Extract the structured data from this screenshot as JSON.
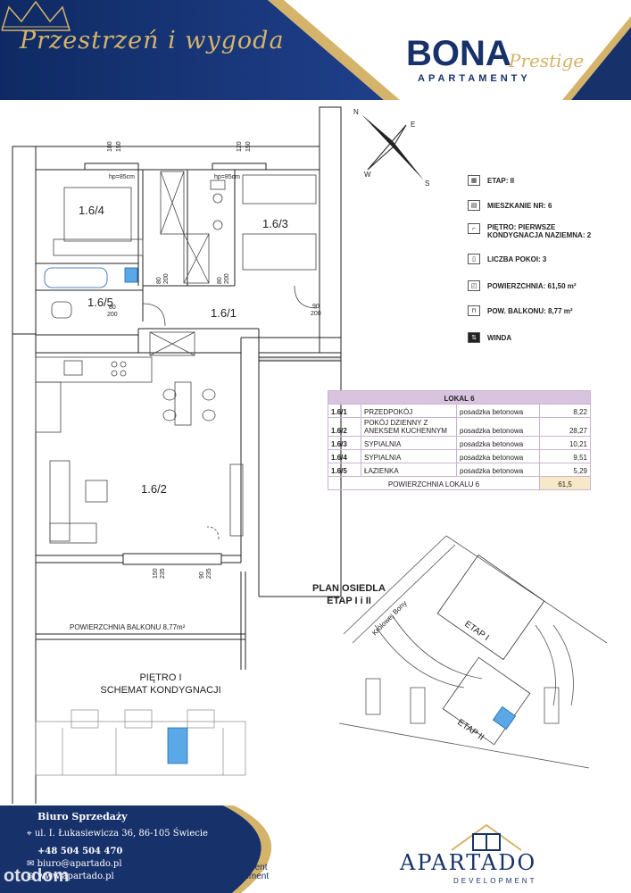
{
  "header": {
    "tagline": "Przestrzeń i wygoda",
    "brand_name": "BONA",
    "brand_script": "Prestige",
    "brand_sub": "APARTAMENTY"
  },
  "plan": {
    "rooms": {
      "r4": "1.6/4",
      "r3": "1.6/3",
      "r5": "1.6/5",
      "r1": "1.6/1",
      "r2": "1.6/2"
    },
    "window_dims": [
      "180",
      "150",
      "120",
      "150"
    ],
    "hp": [
      "hp=85cm",
      "hp=85cm"
    ],
    "doors": [
      "80",
      "200",
      "80",
      "200",
      "80",
      "200",
      "90",
      "200"
    ],
    "balcony_dims": [
      "150",
      "235",
      "90",
      "235"
    ],
    "balcony_label": "POWIERZCHNIA BALKONU 8,77m²",
    "compass": [
      "N",
      "E",
      "W",
      "S"
    ]
  },
  "legend": {
    "etap": "ETAP:  II",
    "mieszkanie": "MIESZKANIE NR:  6",
    "pietro": "PIĘTRO: PIERWSZE",
    "kondygnacja": "KONDYGNACJA NAZIEMNA:  2",
    "pokoje": "LICZBA POKOI:  3",
    "powierzchnia": "POWIERZCHNIA:  61,50 m²",
    "balkon": "POW.  BALKONU:  8,77 m²",
    "winda": "WINDA"
  },
  "lokal": {
    "title": "LOKAL 6",
    "rows": [
      {
        "num": "1.6/1",
        "name": "PRZEDPOKÓJ",
        "floor": "posadzka betonowa",
        "val": "8,22"
      },
      {
        "num": "1.6/2",
        "name": "POKÓJ DZIENNY Z ANEKSEM KUCHENNYM",
        "floor": "posadzka betonowa",
        "val": "28,27"
      },
      {
        "num": "1.6/3",
        "name": "SYPIALNIA",
        "floor": "posadzka betonowa",
        "val": "10,21"
      },
      {
        "num": "1.6/4",
        "name": "SYPIALNIA",
        "floor": "posadzka betonowa",
        "val": "9,51"
      },
      {
        "num": "1.6/5",
        "name": "ŁAZIENKA",
        "floor": "posadzka betonowa",
        "val": "5,29"
      }
    ],
    "total_label": "POWIERZCHNIA LOKALU 6",
    "total_val": "61,5"
  },
  "site": {
    "title_l1": "PLAN OSIEDLA",
    "title_l2": "ETAP I i II",
    "street": "Królowej Bony",
    "etap1": "ETAP I",
    "etap2": "ETAP II"
  },
  "schemat": {
    "l1": "PIĘTRO I",
    "l2": "SCHEMAT KONDYGNACJI"
  },
  "footer": {
    "office": "Biuro Sprzedaży",
    "address": "ul. I. Łukasiewicza 36, 86-105 Świecie",
    "phone": "+48 504 504 470",
    "email": "biuro@apartado.pl",
    "web": "www.apartado.pl",
    "facebook": "apartadodevelopment",
    "instagram": "apartado_development",
    "logo": "APARTADO",
    "logo_sub": "DEVELOPMENT",
    "watermark": "otodom"
  },
  "colors": {
    "navy": "#17316a",
    "gold": "#d4b36a",
    "lilac": "#d9c4e0",
    "bath_blue": "#5aa9e6"
  }
}
